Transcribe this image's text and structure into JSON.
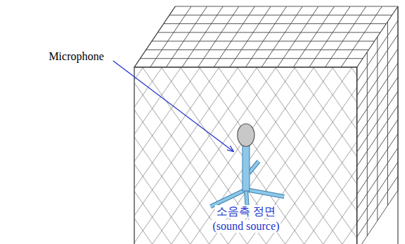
{
  "diagram": {
    "labels": [
      "Microphone",
      "소음측 정면",
      "(sound source)"
    ]
  }
}
